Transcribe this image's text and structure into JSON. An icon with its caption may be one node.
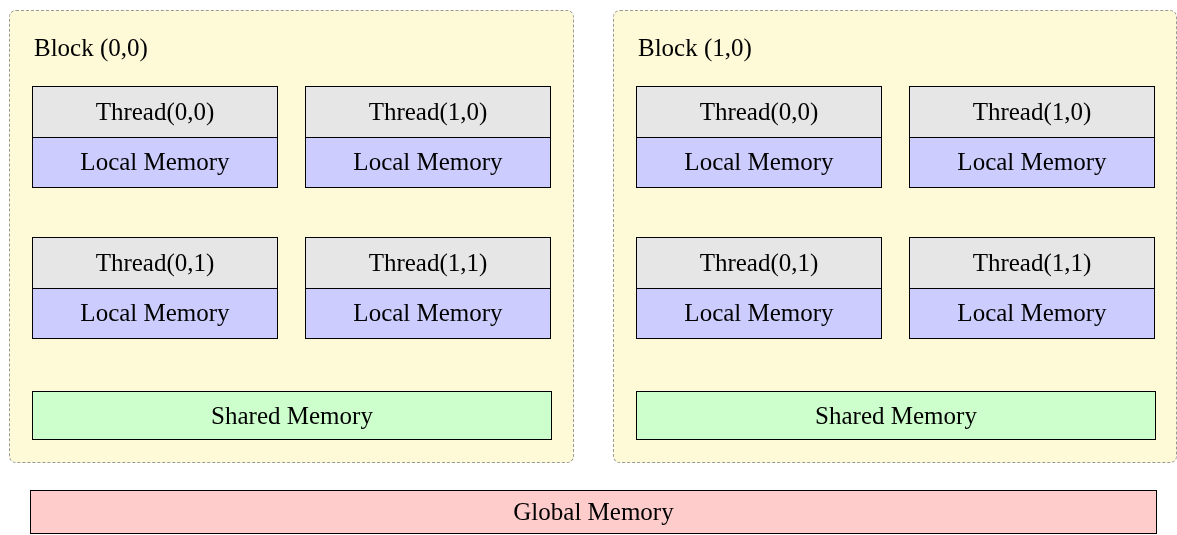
{
  "diagram": {
    "nodes": [
      {
        "text": [
          "Block (0,0)"
        ]
      },
      {
        "text": [
          "Thread(0,0)",
          "Local Memory"
        ],
        "in": 0
      },
      {
        "text": [
          "Thread(1,0)",
          "Local Memory"
        ],
        "in": 0
      },
      {
        "text": [
          "Thread(0,1)",
          "Local Memory"
        ],
        "in": 0
      },
      {
        "text": [
          "Thread(1,1)",
          "Local Memory"
        ],
        "in": 0
      },
      {
        "text": [
          "Shared Memory"
        ],
        "in": 0
      },
      {
        "text": [
          "Block (1,0)"
        ]
      },
      {
        "text": [
          "Thread(0,0)",
          "Local Memory"
        ],
        "in": 6
      },
      {
        "text": [
          "Thread(1,0)",
          "Local Memory"
        ],
        "in": 6
      },
      {
        "text": [
          "Thread(0,1)",
          "Local Memory"
        ],
        "in": 6
      },
      {
        "text": [
          "Thread(1,1)",
          "Local Memory"
        ],
        "in": 6
      },
      {
        "text": [
          "Shared Memory"
        ],
        "in": 6
      },
      {
        "text": [
          "Global Memory"
        ]
      }
    ]
  }
}
